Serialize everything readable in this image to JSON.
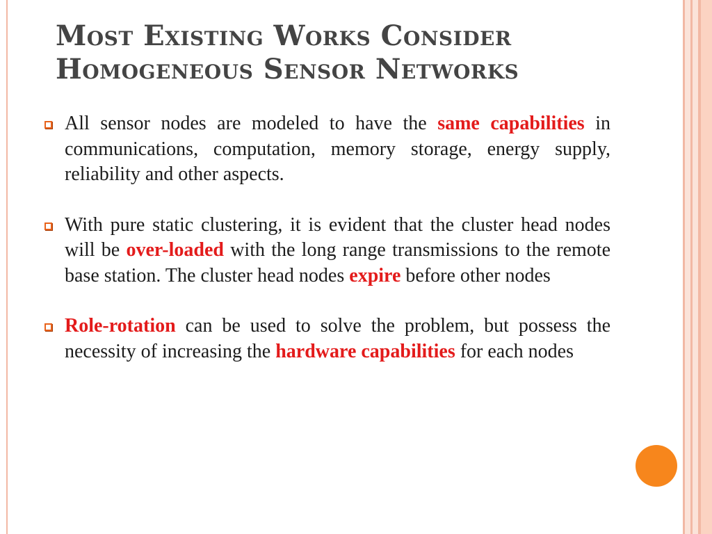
{
  "title": {
    "line1": "Most Existing Works Consider",
    "line2": "Homogeneous Sensor Networks"
  },
  "bullets": [
    {
      "t1": "All sensor nodes are modeled to have the ",
      "h1": "same capabilities",
      "t2": " in communications, computation, memory storage, energy supply, reliability and other aspects."
    },
    {
      "t1": "With pure static clustering, it is evident that the cluster head nodes will be ",
      "h1": "over-loaded",
      "t2": " with the long range transmissions to the remote base station. The cluster head nodes ",
      "h2": "expire",
      "t3": " before other nodes"
    },
    {
      "h1": "Role-rotation",
      "t1": " can be used to solve the problem, but possess the necessity of increasing the ",
      "h2": "hardware capabilities",
      "t2": " for each nodes"
    }
  ],
  "colors": {
    "title": "#444444",
    "text": "#1c1c1c",
    "highlight": "#e31b1b",
    "bullet_marker": "#e8621b",
    "accent_dot": "#f7861c",
    "stripe_dark": "#f2b8a4",
    "stripe_light": "#fbe3d9"
  },
  "icons": {
    "bullet": "square-bullet-icon",
    "decoration": "orange-circle"
  }
}
